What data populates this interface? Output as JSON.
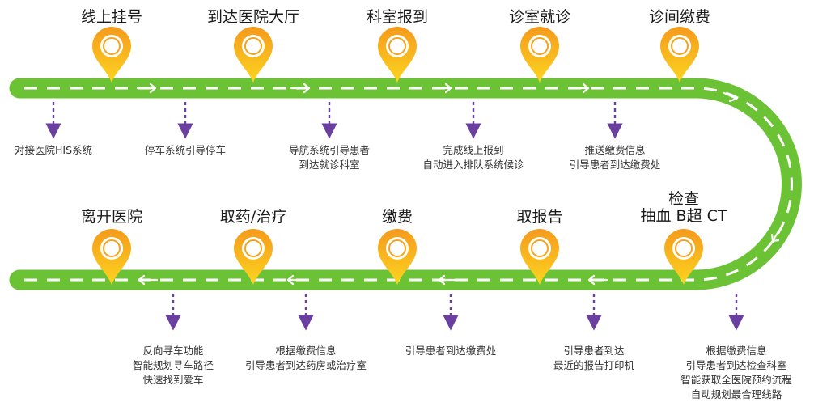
{
  "colors": {
    "road": "#6cc235",
    "road_lane": "#ffffff",
    "connector": "#6b3fa0",
    "pin_top": "#f7a21b",
    "pin_bottom": "#fbd21f"
  },
  "steps_top": [
    {
      "title": "线上挂号",
      "desc": [
        "对接医院HIS系统"
      ],
      "icon": "location-pin-icon"
    },
    {
      "title": "到达医院大厅",
      "desc": [
        "停车系统引导停车"
      ],
      "icon": "location-pin-icon"
    },
    {
      "title": "科室报到",
      "desc": [
        "导航系统引导患者",
        "到达就诊科室"
      ],
      "icon": "location-pin-icon"
    },
    {
      "title": "诊室就诊",
      "desc": [
        "完成线上报到",
        "自动进入排队系统候诊"
      ],
      "icon": "location-pin-icon"
    },
    {
      "title": "诊间缴费",
      "desc": [
        "推送缴费信息",
        "引导患者到达缴费处"
      ],
      "icon": "location-pin-icon"
    }
  ],
  "steps_bottom": [
    {
      "title": "离开医院",
      "desc": [
        "反向寻车功能",
        "智能规划寻车路径",
        "快速找到爱车"
      ],
      "icon": "location-pin-icon"
    },
    {
      "title": "取药/治疗",
      "desc": [
        "根据缴费信息",
        "引导患者到达药房或治疗室"
      ],
      "icon": "location-pin-icon"
    },
    {
      "title": "缴费",
      "desc": [
        "引导患者到达缴费处"
      ],
      "icon": "location-pin-icon"
    },
    {
      "title": "取报告",
      "desc": [
        "引导患者到达",
        "最近的报告打印机"
      ],
      "icon": "location-pin-icon"
    },
    {
      "title_lines": [
        "检查",
        "抽血 B超 CT"
      ],
      "desc": [
        "根据缴费信息",
        "引导患者到达检查科室",
        "智能获取全医院预约流程",
        "自动规划最合理线路"
      ],
      "icon": "location-pin-icon"
    }
  ]
}
